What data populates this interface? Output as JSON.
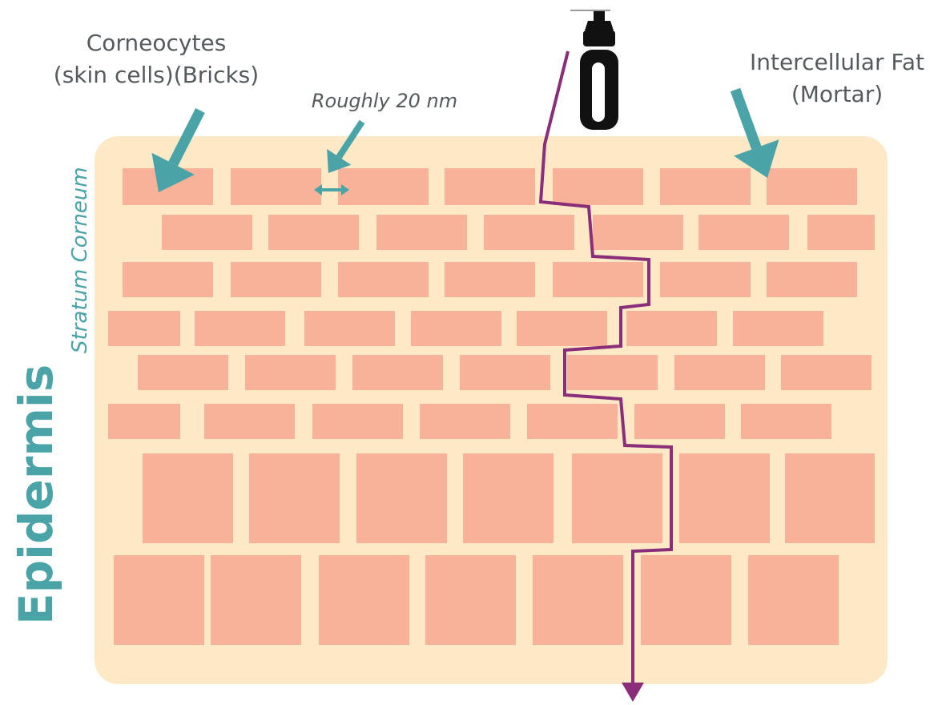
{
  "labels": {
    "corneocytes": "Corneocytes\n(skin cells)(Bricks)",
    "intercellular_fat": "Intercellular Fat\n(Mortar)",
    "gap_size": "Roughly 20 nm",
    "stratum_corneum": "Stratum Corneum",
    "epidermis": "Epidermis"
  },
  "colors": {
    "mortar": "#fde9c6",
    "brick": "#f9b29a",
    "arrow_teal": "#4aa3a6",
    "path_purple": "#8b2e7a",
    "text_dark": "#555a5c",
    "bottle": "#111111"
  },
  "icons": {
    "bottle": "spray-bottle-icon",
    "down_arrow": "arrow-down-icon"
  }
}
